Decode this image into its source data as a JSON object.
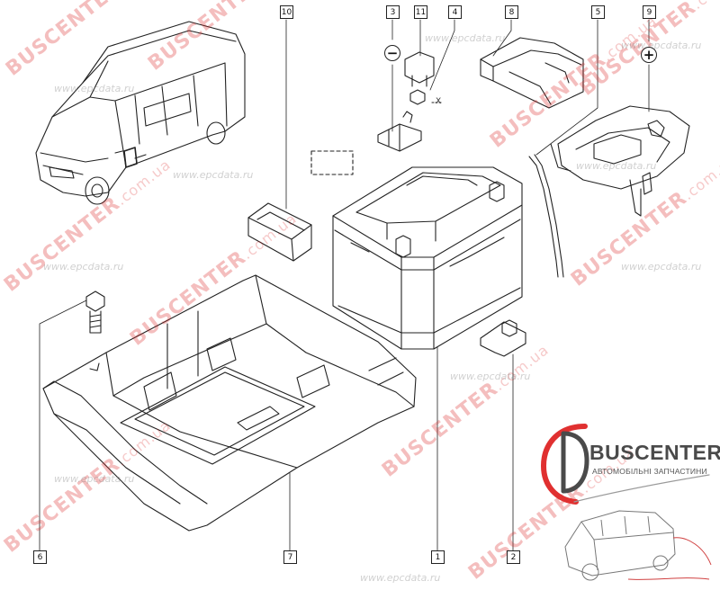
{
  "callouts": {
    "c1": "1",
    "c2": "2",
    "c3": "3",
    "c4": "4",
    "c5": "5",
    "c6": "6",
    "c7": "7",
    "c8": "8",
    "c9": "9",
    "c10": "10",
    "c11": "11"
  },
  "terminal_signs": {
    "negative": "−",
    "positive": "+"
  },
  "axis_label": "X",
  "watermarks": {
    "brand": "BUSCENTER",
    "brand_suffix": ".com.ua",
    "site": "www.epcdata.ru"
  },
  "logo": {
    "title": "BUSCENTER",
    "subtitle": "АВТОМОБІЛЬНІ ЗАПЧАСТИНИ"
  },
  "colors": {
    "line": "#222222",
    "watermark_red": "#dc2828",
    "logo_red": "#e03030",
    "logo_gray": "#4a4a4a"
  }
}
